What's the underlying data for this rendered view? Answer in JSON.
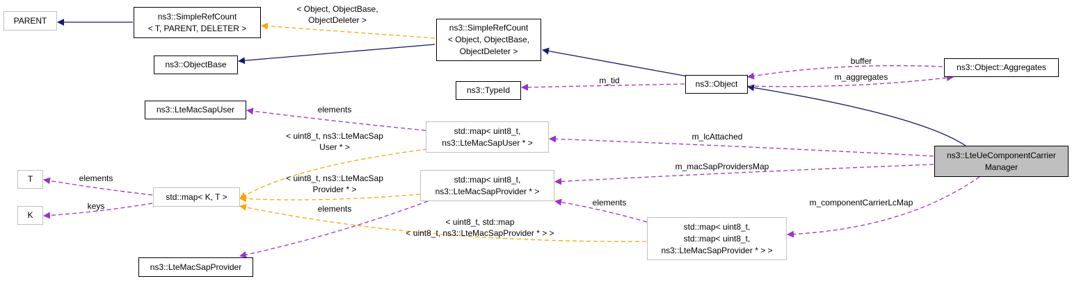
{
  "colors": {
    "inherit_edge": "#191970",
    "template_edge": "#ffa500",
    "usage_edge": "#9a32cd",
    "node_border": "#000000",
    "ghost_border": "#bfbfbf",
    "focus_fill": "#bfbfbf"
  },
  "nodes": {
    "parent": [
      "PARENT"
    ],
    "simple_ref_count_tpl": [
      "ns3::SimpleRefCount",
      "< T, PARENT, DELETER >"
    ],
    "simple_ref_count_obj": [
      "ns3::SimpleRefCount",
      "< Object, ObjectBase,",
      "ObjectDeleter >"
    ],
    "object_base": [
      "ns3::ObjectBase"
    ],
    "object": [
      "ns3::Object"
    ],
    "object_aggregates": [
      "ns3::Object::Aggregates"
    ],
    "type_id": [
      "ns3::TypeId"
    ],
    "lte_mac_sap_user": [
      "ns3::LteMacSapUser"
    ],
    "map_sap_user": [
      "std::map< uint8_t,",
      "ns3::LteMacSapUser * >"
    ],
    "t": [
      "T"
    ],
    "k": [
      "K"
    ],
    "std_map_kt": [
      "std::map< K, T >"
    ],
    "map_sap_provider": [
      "std::map< uint8_t,",
      "ns3::LteMacSapProvider * >"
    ],
    "lte_ue_ccm": [
      "ns3::LteUeComponentCarrier",
      "Manager"
    ],
    "map_map_sap_provider": [
      "std::map< uint8_t,",
      "std::map< uint8_t,",
      "ns3::LteMacSapProvider * > >"
    ],
    "lte_mac_sap_provider": [
      "ns3::LteMacSapProvider"
    ]
  },
  "edges": {
    "tpl_parent": [],
    "obj_srcobj": [],
    "obj_base": [],
    "srcobj_tpl": [
      "< Object, ObjectBase,",
      "ObjectDeleter >"
    ],
    "ccm_object": [],
    "agg_buffer": [
      "buffer"
    ],
    "obj_aggregates": [
      "m_aggregates"
    ],
    "obj_tid": [
      "m_tid"
    ],
    "mapuser_elements": [
      "elements"
    ],
    "mapuser_tpl": [
      "< uint8_t, ns3::LteMacSap",
      "User * >"
    ],
    "ccm_lcattached": [
      "m_lcAttached"
    ],
    "kt_t": [
      "elements"
    ],
    "kt_k": [
      "keys"
    ],
    "mapprov_tpl": [
      "< uint8_t, ns3::LteMacSap",
      "Provider * >"
    ],
    "ccm_macsap": [
      "m_macSapProvidersMap"
    ],
    "mapprov_elements": [
      "elements"
    ],
    "mapmap_elements": [
      "elements"
    ],
    "mapmap_tpl": [
      "< uint8_t, std::map",
      "< uint8_t, ns3::LteMacSapProvider * > >"
    ],
    "ccm_cclcmap": [
      "m_componentCarrierLcMap"
    ]
  }
}
